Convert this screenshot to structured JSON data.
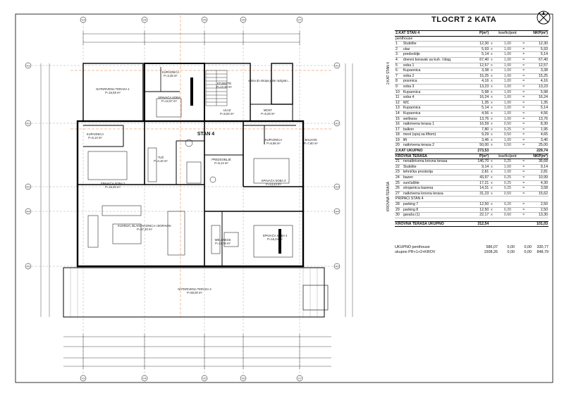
{
  "sheet": {
    "title": "TLOCRT 2  KATA",
    "table_side_label": "2.KAT STAN 4",
    "table_side_label2": "KROVNA TERASA"
  },
  "table": {
    "header": {
      "name": "2.KAT STAN 4",
      "p": "P(m²)",
      "k": "koeficijent",
      "n": "NKP(m²)"
    },
    "subhead": "penthouse",
    "rows": [
      {
        "no": "1",
        "name": "Stubište",
        "p": "12,30",
        "x": "x",
        "k": "1,00",
        "eq": "=",
        "n": "12,30"
      },
      {
        "no": "2",
        "name": "ulaz",
        "p": "5,93",
        "x": "x",
        "k": "1,00",
        "eq": "=",
        "n": "5,93"
      },
      {
        "no": "3",
        "name": "predsoblje",
        "p": "5,14",
        "x": "x",
        "k": "1,00",
        "eq": "=",
        "n": "5,14"
      },
      {
        "no": "4",
        "name": "dnevni boravak sa kuh. i blag.",
        "p": "67,40",
        "x": "x",
        "k": "1,00",
        "eq": "=",
        "n": "67,40"
      },
      {
        "no": "5",
        "name": "soba 1",
        "p": "12,57",
        "x": "x",
        "k": "1,00",
        "eq": "=",
        "n": "12,57"
      },
      {
        "no": "6",
        "name": "Kupaonica",
        "p": "3,38",
        "x": "x",
        "k": "1,00",
        "eq": "=",
        "n": "3,38"
      },
      {
        "no": "7",
        "name": "soba 2",
        "p": "15,25",
        "x": "x",
        "k": "1,00",
        "eq": "=",
        "n": "15,25"
      },
      {
        "no": "8",
        "name": "prsonica",
        "p": "4,16",
        "x": "x",
        "k": "1,00",
        "eq": "=",
        "n": "4,16"
      },
      {
        "no": "9",
        "name": "soba 3",
        "p": "13,23",
        "x": "x",
        "k": "1,00",
        "eq": "=",
        "n": "13,23"
      },
      {
        "no": "10",
        "name": "Kupaonica",
        "p": "5,98",
        "x": "x",
        "k": "1,00",
        "eq": "=",
        "n": "5,98"
      },
      {
        "no": "11",
        "name": "soba 4",
        "p": "16,24",
        "x": "x",
        "k": "1,00",
        "eq": "=",
        "n": "16,24"
      },
      {
        "no": "12",
        "name": "WC",
        "p": "1,35",
        "x": "x",
        "k": "1,00",
        "eq": "=",
        "n": "1,35"
      },
      {
        "no": "13",
        "name": "Kupaonica",
        "p": "5,14",
        "x": "x",
        "k": "1,00",
        "eq": "=",
        "n": "5,14"
      },
      {
        "no": "14",
        "name": "Kupaonica",
        "p": "4,56",
        "x": "x",
        "k": "1,00",
        "eq": "=",
        "n": "4,56"
      },
      {
        "no": "15",
        "name": "wellness",
        "p": "13,76",
        "x": "x",
        "k": "1,00",
        "eq": "=",
        "n": "13,76"
      },
      {
        "no": "16",
        "name": "natkrivena terasa 1",
        "p": "16,59",
        "x": "x",
        "k": "0,50",
        "eq": "=",
        "n": "8,30"
      },
      {
        "no": "17",
        "name": "balkon",
        "p": "7,80",
        "x": "x",
        "k": "0,25",
        "eq": "=",
        "n": "1,95"
      },
      {
        "no": "18",
        "name": "mest (spoj sa liftom)",
        "p": "9,29",
        "x": "x",
        "k": "0,50",
        "eq": "=",
        "n": "4,65"
      },
      {
        "no": "19",
        "name": "lift",
        "p": "3,46",
        "x": "x",
        "k": "1,00",
        "eq": "=",
        "n": "3,46"
      },
      {
        "no": "20",
        "name": "natkrivena terasa 2",
        "p": "50,00",
        "x": "x",
        "k": "0,50",
        "eq": "=",
        "n": "25,00"
      }
    ],
    "sum1": {
      "name": "2.KAT UKUPNO",
      "p": "273,53",
      "n": "229,74"
    },
    "header2": {
      "name": "KROVNA TERASA",
      "p": "P(m²)",
      "k": "koeficijent",
      "n": "NKP(m²)"
    },
    "rows2": [
      {
        "no": "21",
        "name": "nenatkrivena krovna terasa",
        "p": "146,70",
        "x": "x",
        "k": "0,25",
        "eq": "=",
        "n": "36,68"
      },
      {
        "no": "22",
        "name": "Stubište",
        "p": "9,14",
        "x": "x",
        "k": "1,00",
        "eq": "=",
        "n": "9,14"
      },
      {
        "no": "23",
        "name": "tehnička prostorija",
        "p": "2,81",
        "x": "x",
        "k": "1,00",
        "eq": "=",
        "n": "2,81"
      },
      {
        "no": "24",
        "name": "bazen",
        "p": "43,97",
        "x": "x",
        "k": "0,25",
        "eq": "=",
        "n": "10,99"
      },
      {
        "no": "25",
        "name": "sunčalište",
        "p": "17,21",
        "x": "x",
        "k": "0,25",
        "eq": "=",
        "n": "4,30"
      },
      {
        "no": "26",
        "name": "strojarnica bazena",
        "p": "14,31",
        "x": "x",
        "k": "0,25",
        "eq": "=",
        "n": "3,58"
      },
      {
        "no": "27",
        "name": "natkrivena krovna terasa",
        "p": "31,23",
        "x": "x",
        "k": "0,50",
        "eq": "=",
        "n": "15,62"
      }
    ],
    "subhead3": "PRIPACI STAN 4",
    "rows3": [
      {
        "no": "28",
        "name": "parking 7",
        "p": "12,50",
        "x": "x",
        "k": "0,20",
        "eq": "=",
        "n": "2,50"
      },
      {
        "no": "29",
        "name": "parking 8",
        "p": "12,50",
        "x": "x",
        "k": "0,20",
        "eq": "=",
        "n": "2,50"
      },
      {
        "no": "30",
        "name": "garaža (1)",
        "p": "22,17",
        "x": "x",
        "k": "0,60",
        "eq": "=",
        "n": "13,30"
      }
    ],
    "sum2": {
      "name": "KROVNA TERASA UKUPNO",
      "p": "312,54",
      "n": "101,03"
    }
  },
  "totals": [
    {
      "name": "UKUPNO penthouse",
      "p": "586,07",
      "a": "0,00",
      "b": "0,00",
      "n": "330,77"
    },
    {
      "name": "ukupno PR+1+2+KROV",
      "p": "1508,26",
      "a": "0,00",
      "b": "0,00",
      "n": "848,79"
    }
  ],
  "plan": {
    "axes_top": [
      "V3",
      "V4",
      "V5",
      "V6",
      "V7"
    ],
    "axes_side": [
      "H1",
      "H2",
      "H3",
      "H4",
      "H5"
    ],
    "stan_label": "STAN 4",
    "rooms": [
      {
        "name": "NATKRIVENA TERASA 1",
        "area": "P=16,59 m²"
      },
      {
        "name": "KUPAONICA",
        "area": "P=3,38 m²"
      },
      {
        "name": "SPAVAĆA SOBA",
        "area": "P=12,57 m²"
      },
      {
        "name": "STUBIŠTE",
        "area": "P=12,30 m²"
      },
      {
        "name": "ULAZ",
        "area": "P=5,93 m²"
      },
      {
        "name": "KUPAONICA",
        "area": "P=5,14 m²"
      },
      {
        "name": "SPAVAĆA SOBA 2",
        "area": "P=15,25 m²"
      },
      {
        "name": "TUŠ",
        "area": "P=4,16 m²"
      },
      {
        "name": "PREDSOBLJE",
        "area": "P=5,14 m²"
      },
      {
        "name": "KUPAONICA",
        "area": "P=5,98 m²"
      },
      {
        "name": "SPAVAĆA SOBA 3",
        "area": "P=13,23 m²"
      },
      {
        "name": "BALKON",
        "area": "P=7,80 m²"
      },
      {
        "name": "KUHINJA, BLAGOVAONICA I BORAVAK",
        "area": "P=67,40 m²"
      },
      {
        "name": "WELLNESS",
        "area": "P=13,76 m²"
      },
      {
        "name": "SPAVAĆA SOBA 4",
        "area": "P=16,24 m²"
      },
      {
        "name": "NATKRIVENA TERASA 2",
        "area": "P=50,00 m²"
      },
      {
        "name": "MOST",
        "area": "P=9,29 m²"
      }
    ],
    "note": "visina do stropa jeste razigran..."
  }
}
